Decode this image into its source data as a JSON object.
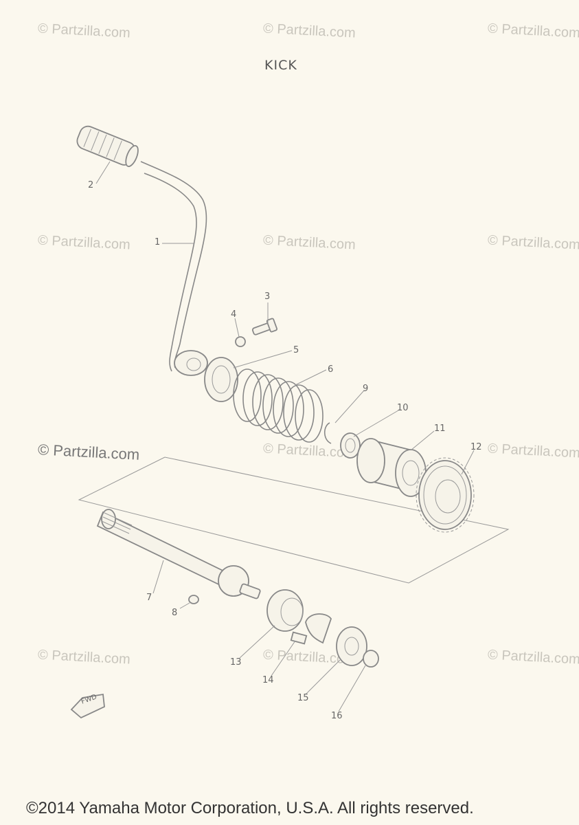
{
  "title": "KICK",
  "watermark": "© Partzilla.com",
  "callouts": [
    "1",
    "2",
    "3",
    "4",
    "5",
    "6",
    "7",
    "8",
    "9",
    "10",
    "11",
    "12",
    "13",
    "14",
    "15",
    "16"
  ],
  "fwd_label": "FWD",
  "copyright": "©2014 Yamaha Motor Corporation, U.S.A. All rights reserved."
}
